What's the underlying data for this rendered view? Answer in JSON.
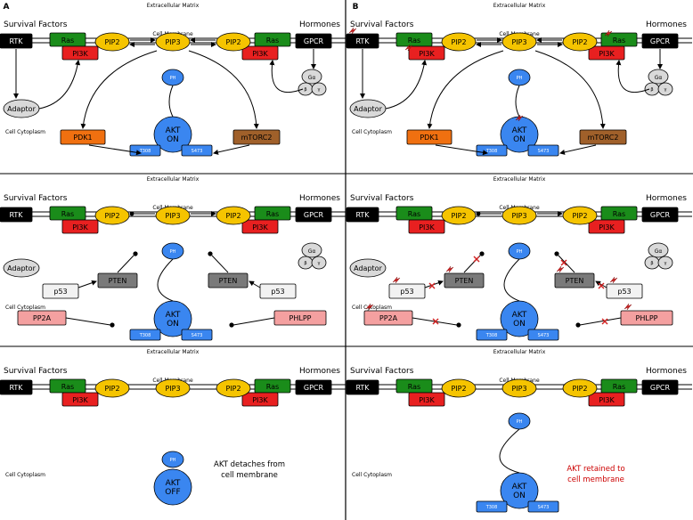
{
  "panel_a": {
    "letter": "A"
  },
  "panel_b": {
    "letter": "B"
  },
  "labels": {
    "extracellular_matrix": "Extracellular Matrix",
    "cell_membrane": "Cell Membrane",
    "cell_cytoplasm": "Cell Cytoplasm",
    "survival_factors": "Survival Factors",
    "hormones": "Hormones"
  },
  "nodes": {
    "rtk": "RTK",
    "gpcr": "GPCR",
    "ras": "Ras",
    "pi3k": "PI3K",
    "pip2": "PIP2",
    "pip3": "PIP3",
    "ph": "PH",
    "adaptor": "Adaptor",
    "pdk1": "PDK1",
    "mtorc2": "mTORC2",
    "akt": "AKT",
    "on": "ON",
    "off": "OFF",
    "t308": "T308",
    "s473": "S473",
    "g_alpha": "Gα",
    "g_beta": "β",
    "g_gamma": "γ",
    "p53": "p53",
    "pten": "PTEN",
    "pp2a": "PP2A",
    "phlpp": "PHLPP"
  },
  "notes": {
    "akt_detaches": [
      "AKT detaches from",
      "cell membrane"
    ],
    "akt_retained": [
      "AKT retained to",
      "cell membrane"
    ]
  },
  "colors": {
    "ras": "#1a8c1a",
    "pi3k": "#e82020",
    "pip": "#f5c400",
    "akt": "#3a86f0",
    "pdk1": "#f07010",
    "mtorc2": "#a0602a",
    "pten": "#7a7a7a",
    "p53": "#f2f2f2",
    "pp2a": "#f4a0a0",
    "phlpp": "#f4a0a0",
    "gprotein": "#d9d9d9",
    "mutation": "#d02020"
  }
}
